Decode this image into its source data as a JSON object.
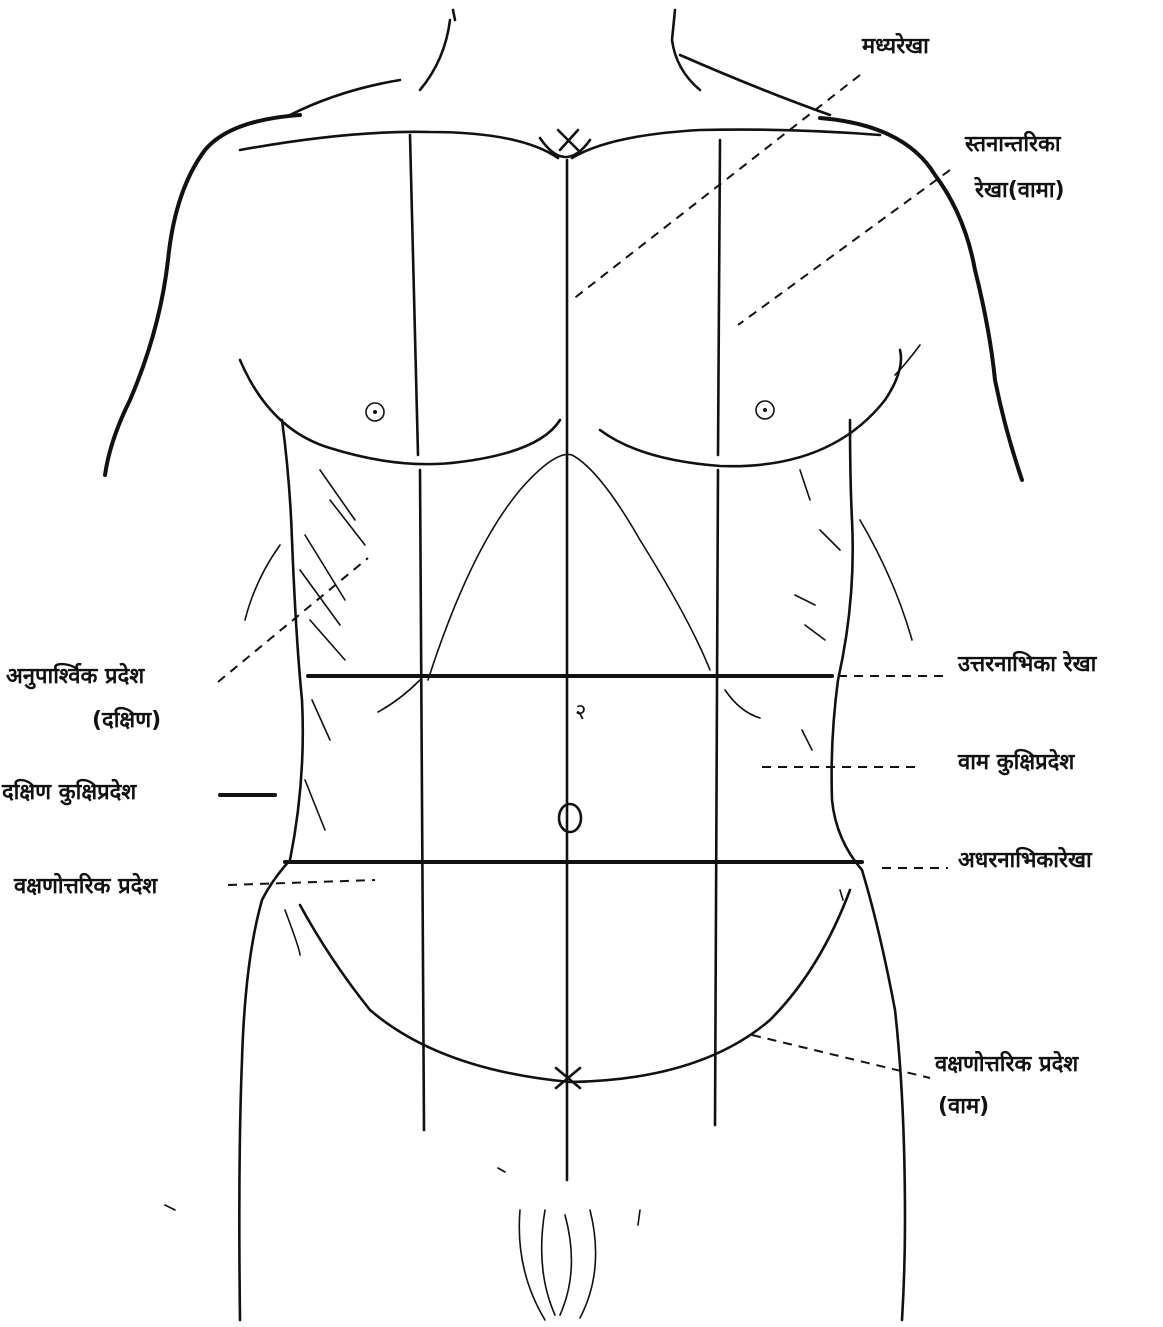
{
  "labels": {
    "midline": "मध्यरेखा",
    "intermammary_line_1": "स्तनान्तरिका",
    "intermammary_line_2": "रेखा(वामा)",
    "lateral_region_right_1": "अनुपार्श्विक प्रदेश",
    "lateral_region_right_2": "(दक्षिण)",
    "upper_umbilical_line": "उत्तरनाभिका रेखा",
    "lumbar_region_left": "वाम कुक्षिप्रदेश",
    "lumbar_region_right": "दक्षिण कुक्षिप्रदेश",
    "lower_umbilical_line": "अधरनाभिकारेखा",
    "inguinal_region_right": "वक्षणोत्तरिक प्रदेश",
    "inguinal_region_left_1": "वक्षणोत्तरिक प्रदेश",
    "inguinal_region_left_2": "(वाम)",
    "region_number": "२"
  }
}
